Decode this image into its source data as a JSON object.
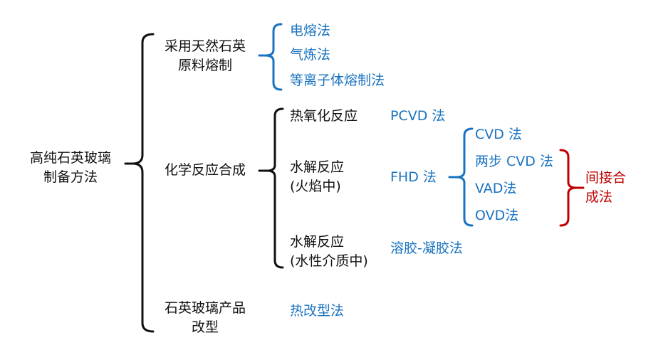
{
  "colors": {
    "black": "#111111",
    "blue": "#1a73c0",
    "red": "#c00000"
  },
  "root": {
    "line1": "高纯石英玻璃",
    "line2": "制备方法"
  },
  "categories": [
    {
      "line1": "采用天然石英",
      "line2": "原料熔制",
      "methods": [
        "电熔法",
        "气炼法",
        "等离子体熔制法"
      ]
    },
    {
      "line1": "化学反应合成",
      "reactions": [
        {
          "line1": "热氧化反应",
          "method": "PCVD 法"
        },
        {
          "line1": "水解反应",
          "line2": "(火焰中)",
          "method": "FHD 法",
          "submethods": [
            "CVD 法",
            "两步 CVD 法",
            "VAD法",
            "OVD法"
          ]
        },
        {
          "line1": "水解反应",
          "line2": "(水性介质中)",
          "method": "溶胶-凝胶法"
        }
      ]
    },
    {
      "line1": "石英玻璃产品",
      "line2": "改型",
      "methods": [
        "热改型法"
      ]
    }
  ],
  "group_annotation": {
    "line1": "间接合",
    "line2": "成法"
  }
}
